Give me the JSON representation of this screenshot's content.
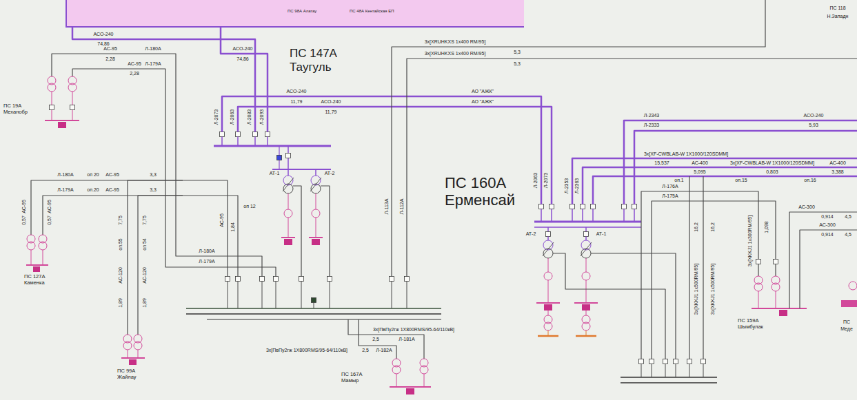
{
  "diagram": {
    "nodes": [
      {
        "text": [
          "ПС 98А Алатау",
          "ПС 48А Кентайская ЕП"
        ]
      },
      {
        "text": [
          "ПС 19А Механобр"
        ]
      },
      {
        "text": [
          "ПС 127А Каменка"
        ]
      },
      {
        "text": [
          "ПС 99А Жайлау"
        ]
      },
      {
        "text": [
          "ПС 147А Таугуль"
        ]
      },
      {
        "text": [
          "ПС 167А Мамыр"
        ]
      },
      {
        "text": [
          "ПС 160А Ерменсай"
        ]
      },
      {
        "text": [
          "ПС 159А Шымбулак"
        ]
      }
    ],
    "edges": [
      {
        "from": 0,
        "to": 4,
        "arrow": "none",
        "label": "АСО-240"
      },
      {
        "from": 0,
        "to": 4,
        "arrow": "none",
        "label": "АСО-240"
      },
      {
        "from": 1,
        "to": 4,
        "arrow": "none",
        "label": "Л-180А"
      },
      {
        "from": 1,
        "to": 4,
        "arrow": "none",
        "label": "Л-179А"
      },
      {
        "from": 2,
        "to": 4,
        "arrow": "none",
        "label": "Л-180А"
      },
      {
        "from": 2,
        "to": 4,
        "arrow": "none",
        "label": "Л-179А"
      },
      {
        "from": 3,
        "to": 4,
        "arrow": "none",
        "label": "АС-120"
      },
      {
        "from": 3,
        "to": 4,
        "arrow": "none",
        "label": "АС-120"
      },
      {
        "from": 4,
        "to": 6,
        "arrow": "none",
        "label": "АСО-240"
      },
      {
        "from": 4,
        "to": 6,
        "arrow": "none",
        "label": "АСО-240"
      },
      {
        "from": 4,
        "to": 5,
        "arrow": "none",
        "label": "Л-181А"
      },
      {
        "from": 4,
        "to": 5,
        "arrow": "none",
        "label": "Л-182А"
      },
      {
        "from": 6,
        "to": 7,
        "arrow": "none",
        "label": "Л-176А"
      },
      {
        "from": 6,
        "to": 7,
        "arrow": "none",
        "label": "Л-175А"
      }
    ],
    "labels": [
      "74,86",
      "74,86",
      "АС-95",
      "2,28",
      "АС-95",
      "2,28",
      "оп 20",
      "АС-95",
      "3,3",
      "оп.20",
      "АС-95",
      "3,3",
      "АС-95",
      "0,57",
      "АС-95",
      "0,57",
      "7,75",
      "7,75",
      "оп.55",
      "оп 54",
      "1,89",
      "1,89",
      "Л-180А",
      "Л-179А",
      "оп 12",
      "АС-95",
      "1,84",
      "Л-2073",
      "Л-2063",
      "Л-2083",
      "Л-2093",
      "11,79",
      "11,79",
      "АО \"АЖК\"",
      "АО \"АЖК\"",
      "Л-113А",
      "Л-112А",
      "3x[XRUHKXS 1x400 RM/95]",
      "5,3",
      "3x[XRUHKXS 1x400 RM/95]",
      "5,3",
      "АТ-1",
      "АТ-2",
      "3x[ПвПу2гж 1X800RMS/95-64/110кВ]",
      "2,5",
      "3x[ПвПу2гж 1X800RMS/95-64/110кВ]",
      "2,5",
      "Л-2063",
      "Л-2073",
      "Л-2353",
      "Л-2363",
      "Л-2343",
      "Л-2333",
      "АСО-240",
      "5,93",
      "3x[XF-CWBLAB-W 1X1000/120SDMM]",
      "15,537",
      "АС-400",
      "3x[XF-CWBLAB-W 1X1000/120SDMM]",
      "АС-400",
      "5,095",
      "0,803",
      "3,388",
      "оп.1",
      "оп.15",
      "оп.16",
      "АТ-2",
      "АТ-1",
      "3x[XKKJ1 1x500RM/95]",
      "16,2",
      "3x[XKKJ1 1x500RM/95]",
      "16,2",
      "3x[XKKJ1 1x300RM/95]",
      "1,098",
      "АС-300",
      "0,914",
      "4,5",
      "АС-300",
      "0,914",
      "4,5",
      "ПС 118",
      "Н.Западн",
      "ПС",
      "Меде"
    ]
  }
}
